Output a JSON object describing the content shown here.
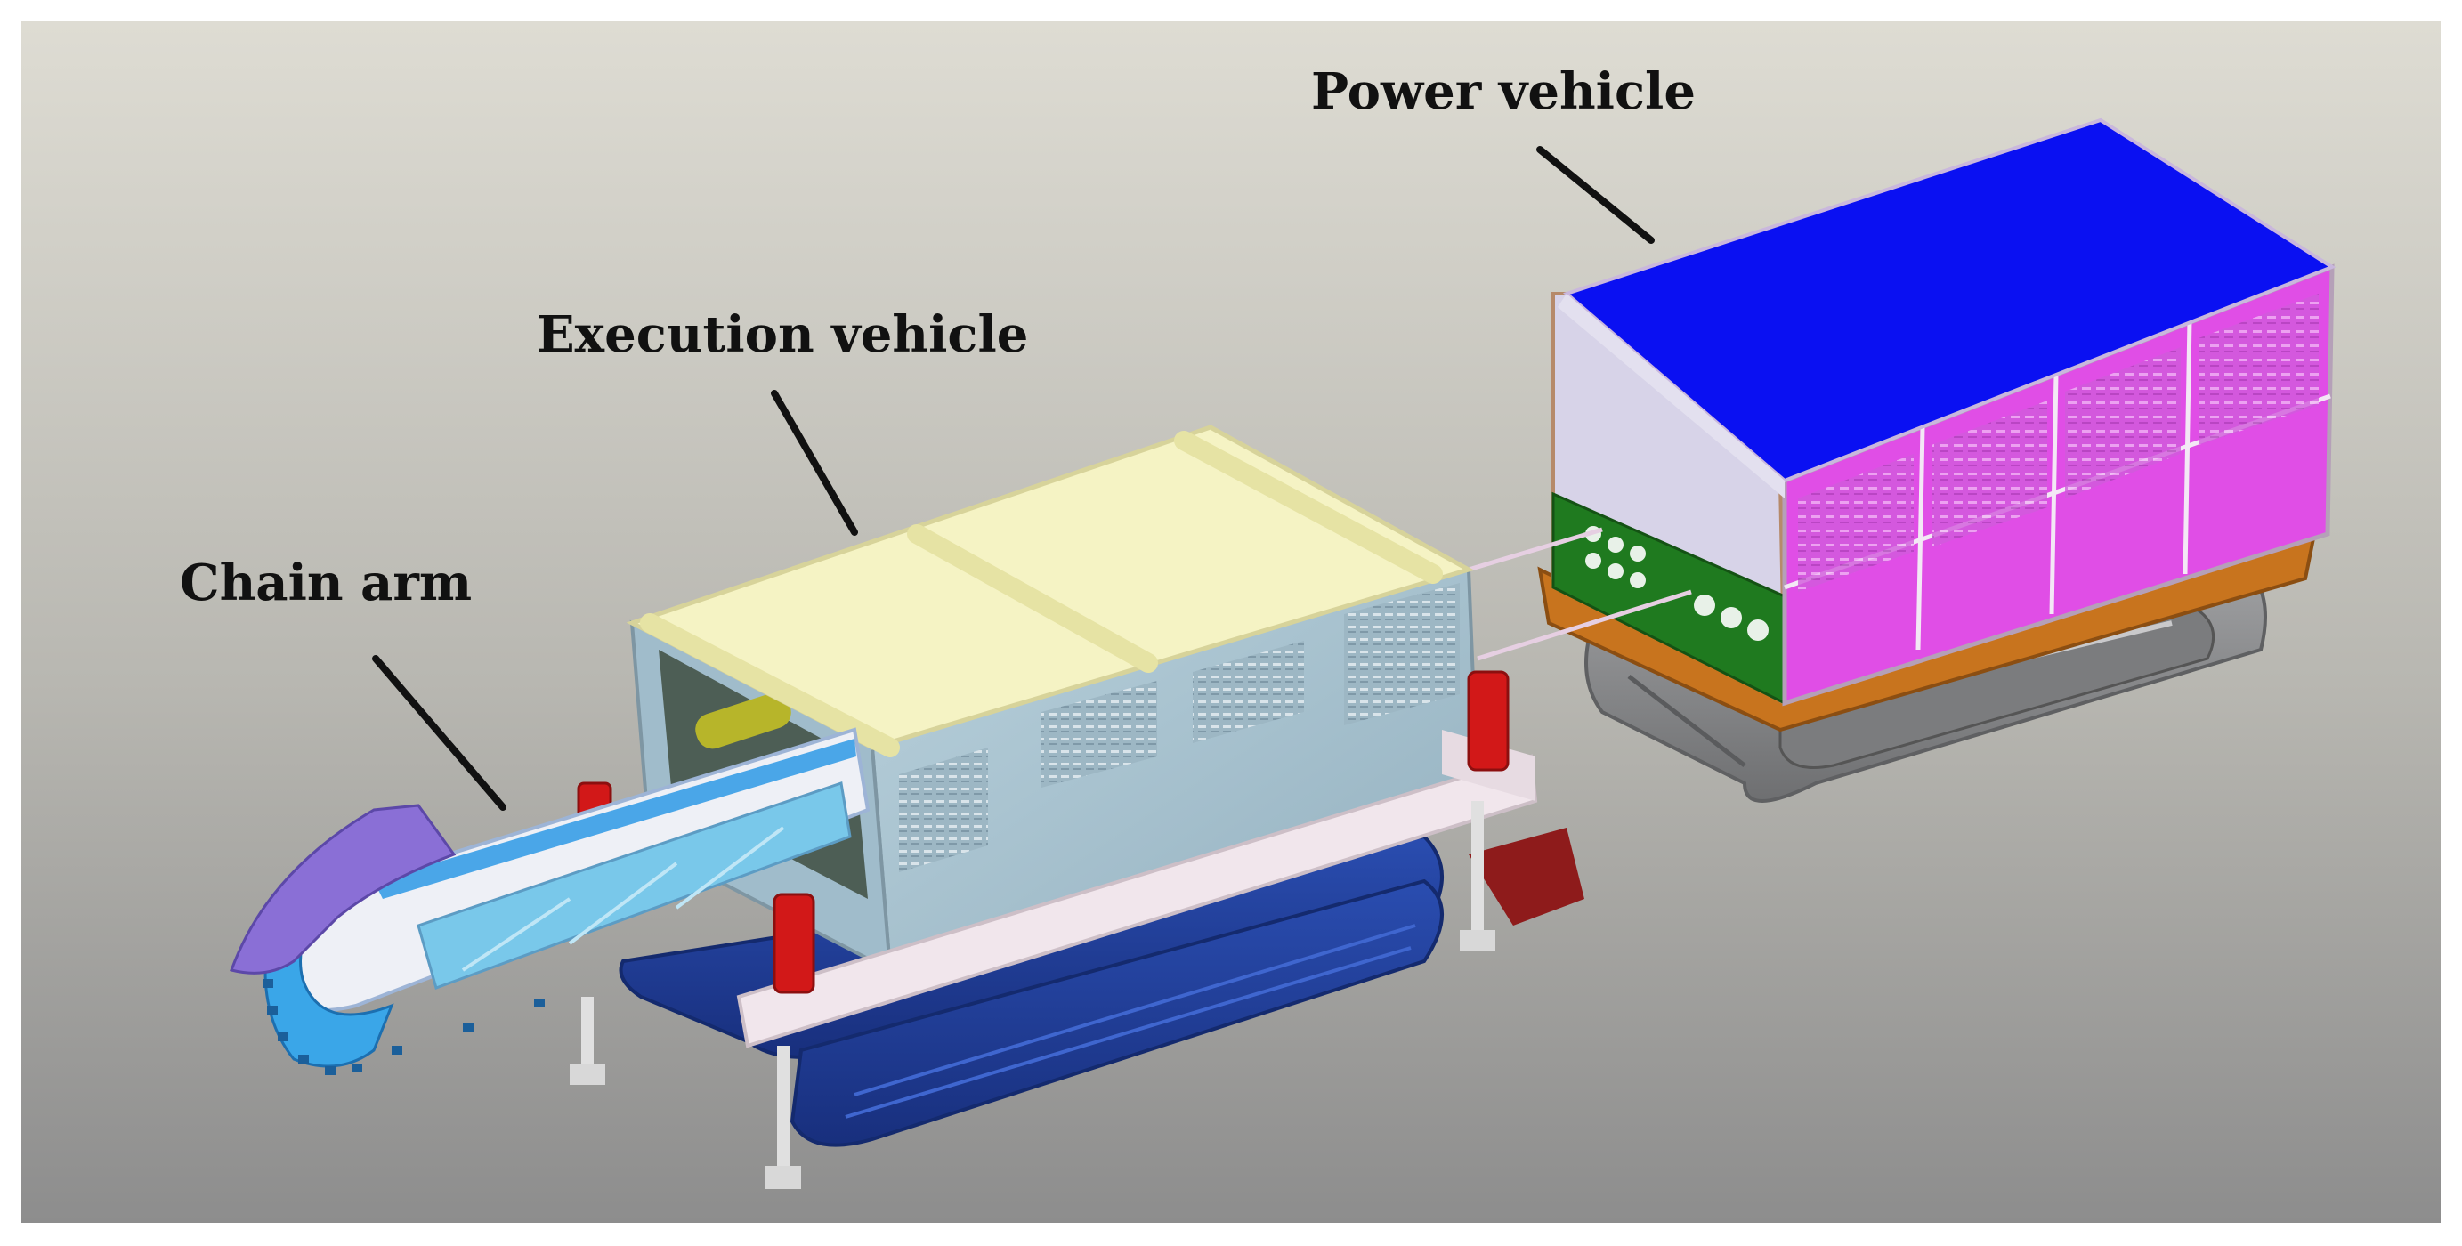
{
  "labels": {
    "power_vehicle": "Power vehicle",
    "execution_vehicle": "Execution vehicle",
    "chain_arm": "Chain arm"
  },
  "colors": {
    "background_top": "#dedcd3",
    "background_bottom": "#8d8d8d",
    "power_roof": "#0a10f2",
    "power_panels": "#e04ee6",
    "power_side": "#d7d3e8",
    "power_green": "#1f7a1f",
    "power_base": "#c8741e",
    "track_grey": "#8e8f90",
    "exec_body": "#a8c3cf",
    "exec_roof": "#f5f3c4",
    "exec_track": "#1f3f9e",
    "frame": "#f1e6ec",
    "red_parts": "#d21818",
    "arm_blue": "#79c8ea",
    "arm_white": "#eef0f6",
    "arm_purple": "#8a6fd6",
    "callout_line": "#111111"
  }
}
